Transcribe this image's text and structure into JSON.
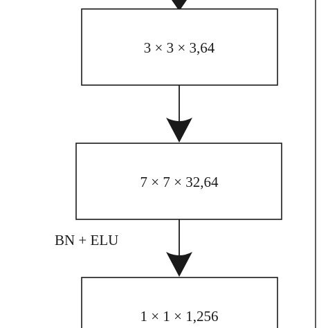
{
  "nodes": [
    {
      "id": "block-1",
      "label": "3 × 3 × 3,64"
    },
    {
      "id": "block-2",
      "label": "7 × 7 × 32,64"
    },
    {
      "id": "block-3",
      "label": "1 × 1 × 1,256"
    }
  ],
  "edges": [
    {
      "from": "above",
      "to": "block-1",
      "label": ""
    },
    {
      "from": "block-1",
      "to": "block-2",
      "label": ""
    },
    {
      "from": "block-2",
      "to": "block-3",
      "label": "BN + ELU"
    }
  ]
}
